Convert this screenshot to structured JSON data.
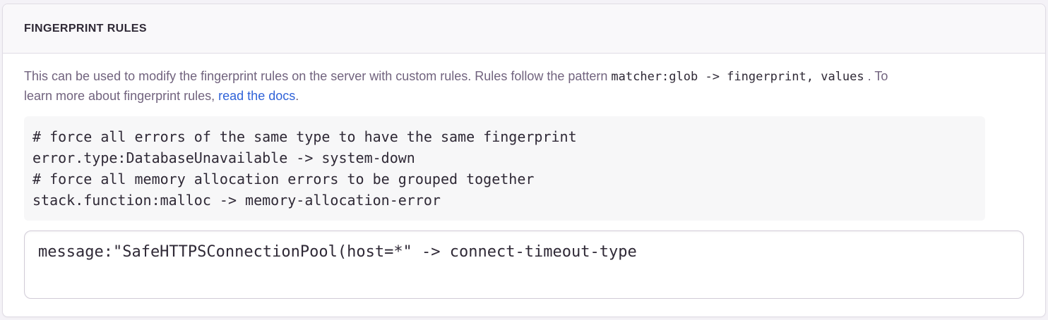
{
  "panel": {
    "title": "FINGERPRINT RULES"
  },
  "description": {
    "line1_text": "This can be used to modify the fingerprint rules on the server with custom rules. Rules follow the pattern",
    "line1_code": "matcher:glob -> fingerprint, values",
    "line1_suffix": ". To",
    "line2_text": "learn more about fingerprint rules, ",
    "link_label": "read the docs",
    "line2_suffix": "."
  },
  "example_block": {
    "lines": [
      "# force all errors of the same type to have the same fingerprint",
      "error.type:DatabaseUnavailable -> system-down",
      "# force all memory allocation errors to be grouped together",
      "stack.function:malloc -> memory-allocation-error"
    ]
  },
  "editor": {
    "value": "message:\"SafeHTTPSConnectionPool(host=*\" -> connect-timeout-type"
  },
  "colors": {
    "page_bg": "#f4f2f7",
    "panel_border": "#e0dce5",
    "header_bg": "#f9f8fa",
    "header_text": "#2f2936",
    "description_text": "#71637e",
    "link": "#2f62d8",
    "code_block_bg": "#f7f7f8",
    "code_text": "#2f2936",
    "textarea_border": "#d2ccd8"
  }
}
